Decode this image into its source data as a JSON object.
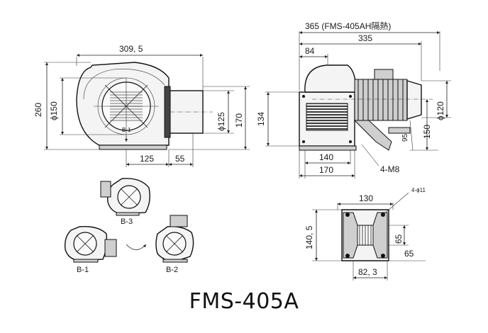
{
  "title": "FMS-405A",
  "front_view": {
    "width_total": "309, 5",
    "height_total": "260",
    "inlet_dia": "ϕ150",
    "outlet_dia": "ϕ125",
    "outlet_height": "170",
    "base_offset": "125",
    "flange_depth": "55",
    "view_tag": "B-1"
  },
  "side_view": {
    "length_ah": "365 (FMS-405AH隔熱)",
    "length": "335",
    "flange_to_motor": "84",
    "motor_dia": "ϕ120",
    "outlet_height": "134",
    "axis_height": "150",
    "foot_height": "95",
    "base_inner": "140",
    "base_outer": "170",
    "bolt_holes": "4-M8"
  },
  "base_view": {
    "width": "130",
    "holes": "4-ϕ11",
    "depth": "140, 5",
    "slot_depth": "65",
    "offset": "65",
    "slot_width": "82, 3"
  },
  "orientations": [
    "B-3",
    "B-1",
    "B-2"
  ]
}
